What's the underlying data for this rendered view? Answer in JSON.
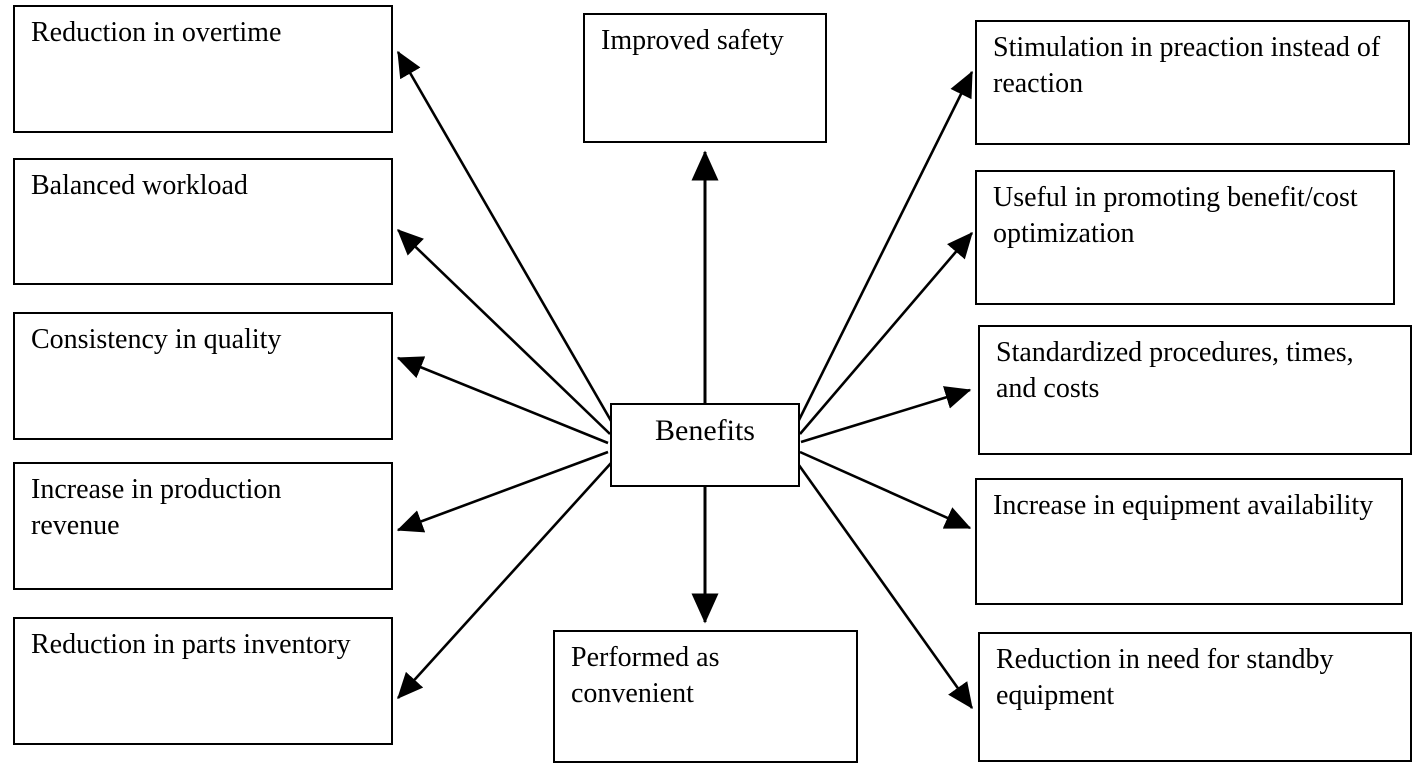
{
  "diagram": {
    "title_hint": "Benefits diagram",
    "center": {
      "label": "Benefits"
    },
    "top": {
      "label": "Improved safety"
    },
    "bottom": {
      "label": "Performed as convenient"
    },
    "left": [
      {
        "label": "Reduction in overtime"
      },
      {
        "label": "Balanced workload"
      },
      {
        "label": "Consistency in quality"
      },
      {
        "label": "Increase in production revenue"
      },
      {
        "label": "Reduction in parts inventory"
      }
    ],
    "right": [
      {
        "label": "Stimulation in preaction instead of reaction"
      },
      {
        "label": "Useful in promoting benefit/cost optimization"
      },
      {
        "label": "Standardized procedures, times, and costs"
      },
      {
        "label": "Increase in equipment availability"
      },
      {
        "label": "Reduction in need for standby equipment"
      }
    ],
    "colors": {
      "line": "#000000",
      "box_border": "#000000",
      "background": "#ffffff",
      "text": "#000000"
    }
  }
}
